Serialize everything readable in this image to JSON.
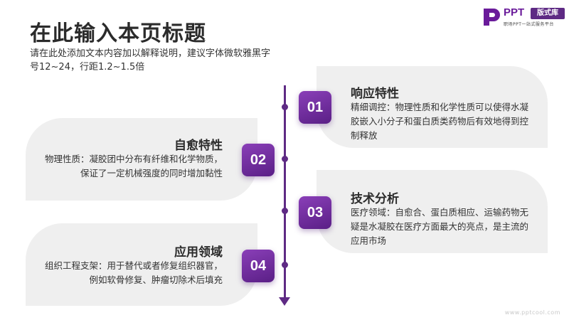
{
  "header": {
    "title": "在此输入本页标题",
    "subtitle": "请在此处添加文本内容加以解释说明，建议字体微软雅黑字号12~24，行距1.2~1.5倍"
  },
  "logo": {
    "ppt": "PPT",
    "badge": "版式库",
    "tagline": "职场PPT一站式服务平台"
  },
  "items": [
    {
      "number": "01",
      "title": "响应特性",
      "desc": "精细调控：物理性质和化学性质可以使得水凝胶嵌入小分子和蛋白质类药物后有效地得到控制释放"
    },
    {
      "number": "02",
      "title": "自愈特性",
      "desc": "物理性质：凝胶团中分布有纤维和化学物质，保证了一定机械强度的同时增加黏性"
    },
    {
      "number": "03",
      "title": "技术分析",
      "desc": "医疗领域：自愈合、蛋白质相应、运输药物无疑是水凝胶在医疗方面最大的亮点，是主流的应用市场"
    },
    {
      "number": "04",
      "title": "应用领域",
      "desc": "组织工程支架：用于替代或者修复组织器官，例如软骨修复、肿瘤切除术后填充"
    }
  ],
  "watermark": "www.pptcool.com",
  "colors": {
    "accent": "#5e2a84",
    "card": "#efefef"
  }
}
